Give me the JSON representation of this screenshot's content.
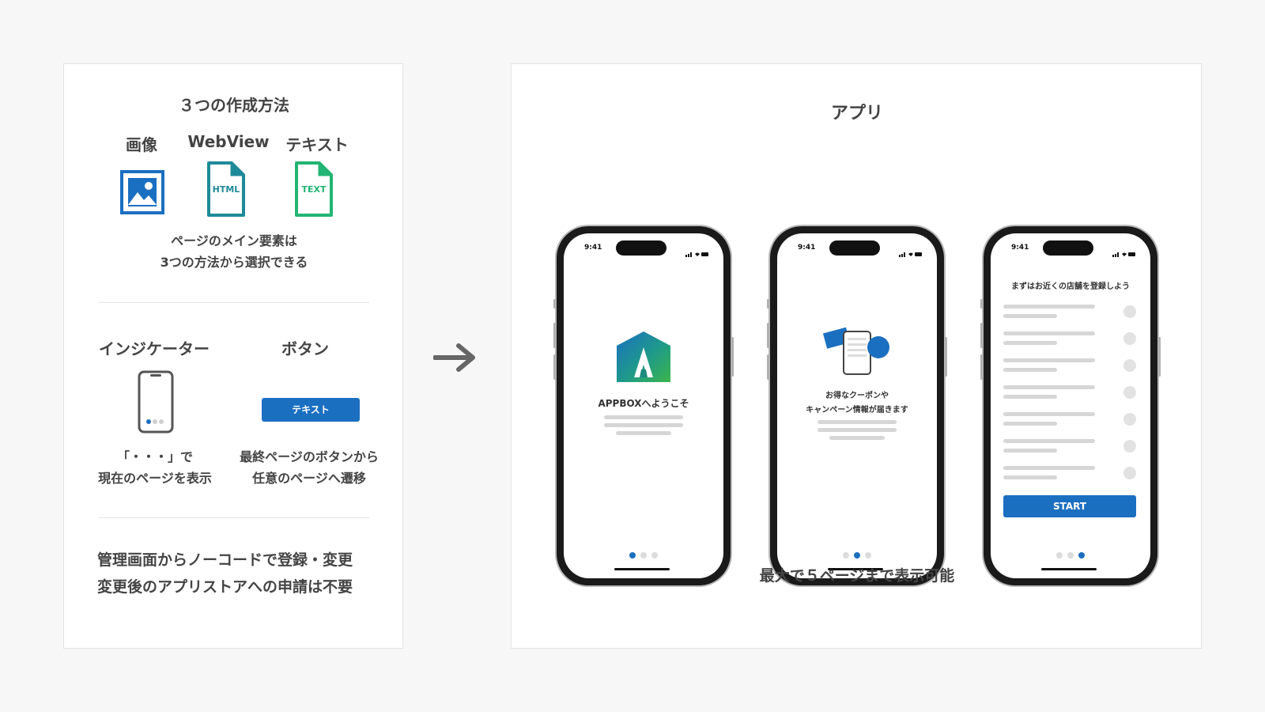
{
  "left": {
    "title": "３つの作成方法",
    "methods": [
      {
        "label": "画像",
        "icon": "image-icon"
      },
      {
        "label": "WebView",
        "icon": "html-file-icon",
        "badge": "HTML"
      },
      {
        "label": "テキスト",
        "icon": "text-file-icon",
        "badge": "TEXT"
      }
    ],
    "methods_desc_1": "ページのメイン要素は",
    "methods_desc_2": "3つの方法から選択できる",
    "indicator_title": "インジケーター",
    "indicator_desc_1": "「・・・」で",
    "indicator_desc_2": "現在のページを表示",
    "button_title": "ボタン",
    "button_label": "テキスト",
    "button_desc_1": "最終ページのボタンから",
    "button_desc_2": "任意のページへ遷移",
    "bottom_desc_1": "管理画面からノーコードで登録・変更",
    "bottom_desc_2": "変更後のアプリストアへの申請は不要"
  },
  "right": {
    "title": "アプリ",
    "footer": "最大で５ページまで表示可能",
    "phones": [
      {
        "time": "9:41",
        "text": "APPBOXへようこそ",
        "active_dot": 0
      },
      {
        "time": "9:41",
        "text_1": "お得なクーポンや",
        "text_2": "キャンペーン情報が届きます",
        "active_dot": 1
      },
      {
        "time": "9:41",
        "heading": "まずはお近くの店舗を登録しよう",
        "button": "START",
        "active_dot": 2
      }
    ]
  },
  "colors": {
    "accent": "#1b6fc1",
    "teal": "#1e8a99",
    "green": "#22b573"
  }
}
